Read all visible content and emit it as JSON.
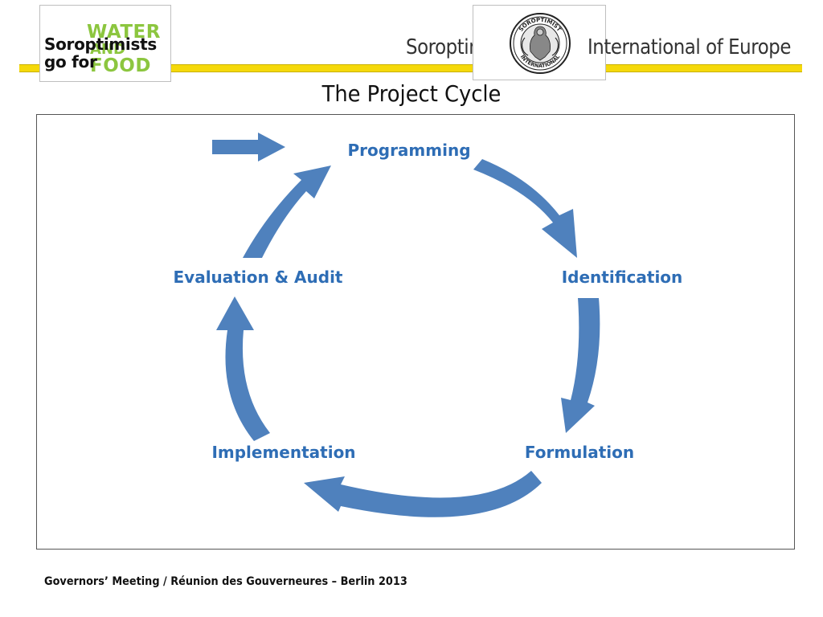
{
  "header": {
    "logo": {
      "line1": "Soroptimists",
      "line2": "go for",
      "water": "WATER",
      "and": "AND",
      "food": "FOOD"
    },
    "brand_left": "Soroptimist",
    "brand_right": "International of Europe",
    "emblem": {
      "top_text": "SOROPTIMIST",
      "bottom_text": "INTERNATIONAL"
    }
  },
  "title": "The Project Cycle",
  "cycle": {
    "stages": [
      "Programming",
      "Identification",
      "Formulation",
      "Implementation",
      "Evaluation & Audit"
    ],
    "arrow_color": "#4f81bd",
    "label_color": "#2e6db5"
  },
  "footer": "Governors’ Meeting / Réunion des Gouverneures – Berlin 2013",
  "colors": {
    "band": "#f5d90a",
    "accent": "#4f81bd"
  }
}
